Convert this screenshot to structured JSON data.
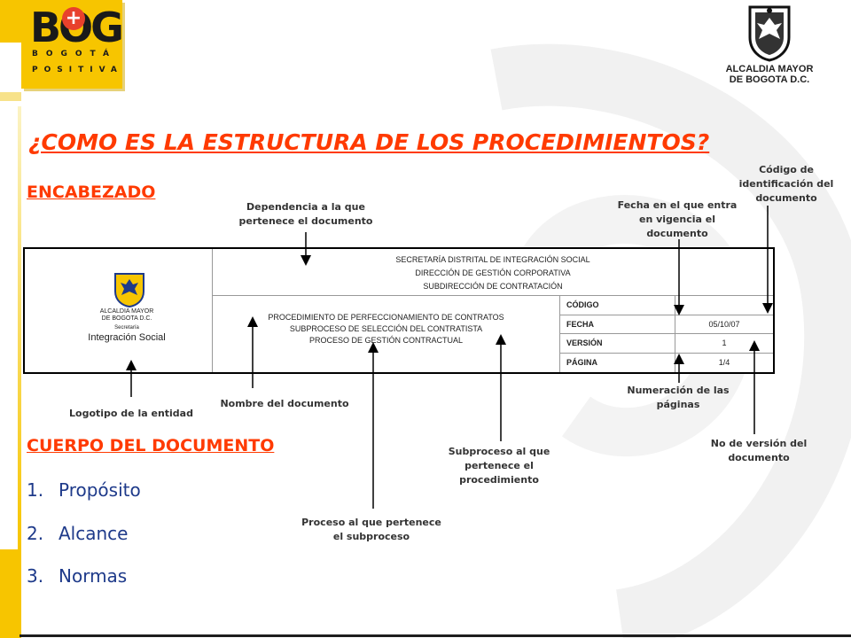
{
  "logos": {
    "bog": {
      "main": "BOG",
      "plus": "+",
      "line1": "BOGOTÁ",
      "line2": "POSITIVA"
    },
    "alcaldia": {
      "line1": "ALCALDIA MAYOR",
      "line2": "DE BOGOTA D.C."
    },
    "inner": {
      "line1": "ALCALDIA MAYOR",
      "line2": "DE BOGOTA D.C.",
      "secretaria": "Secretaría",
      "integracion": "Integración Social"
    }
  },
  "title": "¿COMO ES LA ESTRUCTURA DE LOS PROCEDIMIENTOS?",
  "sections": {
    "encabezado": "ENCABEZADO",
    "cuerpo": "CUERPO DEL DOCUMENTO"
  },
  "body_items": [
    {
      "num": "1.",
      "label": "Propósito"
    },
    {
      "num": "2.",
      "label": "Alcance"
    },
    {
      "num": "3.",
      "label": "Normas"
    }
  ],
  "table": {
    "dependencia": [
      "SECRETARÍA DISTRITAL DE INTEGRACIÓN SOCIAL",
      "DIRECCIÓN DE GESTIÓN CORPORATIVA",
      "SUBDIRECCIÓN DE CONTRATACIÓN"
    ],
    "nombre": [
      "PROCEDIMIENTO DE PERFECCIONAMIENTO DE CONTRATOS",
      "SUBPROCESO DE SELECCIÓN DEL CONTRATISTA",
      "PROCESO DE GESTIÓN CONTRACTUAL"
    ],
    "meta": [
      {
        "label": "CÓDIGO",
        "value": ""
      },
      {
        "label": "FECHA",
        "value": "05/10/07"
      },
      {
        "label": "VERSIÓN",
        "value": "1"
      },
      {
        "label": "PÁGINA",
        "value": "1/4"
      }
    ]
  },
  "annotations": {
    "dependencia": [
      "Dependencia a la que",
      "pertenece el documento"
    ],
    "fecha": [
      "Fecha en el que entra",
      "en vigencia el",
      "documento"
    ],
    "codigo": [
      "Código de",
      "identificación del",
      "documento"
    ],
    "logotipo": [
      "Logotipo de la entidad"
    ],
    "nombre": [
      "Nombre del documento"
    ],
    "numeracion": [
      "Numeración de las",
      "páginas"
    ],
    "version": [
      "No de versión del",
      "documento"
    ],
    "subproceso": [
      "Subproceso al que",
      "pertenece el",
      "procedimiento"
    ],
    "proceso": [
      "Proceso al que pertenece",
      "el subproceso"
    ]
  },
  "colors": {
    "accent": "#ff3a00",
    "body_text": "#1e3a8a",
    "yellow": "#f7c500"
  }
}
